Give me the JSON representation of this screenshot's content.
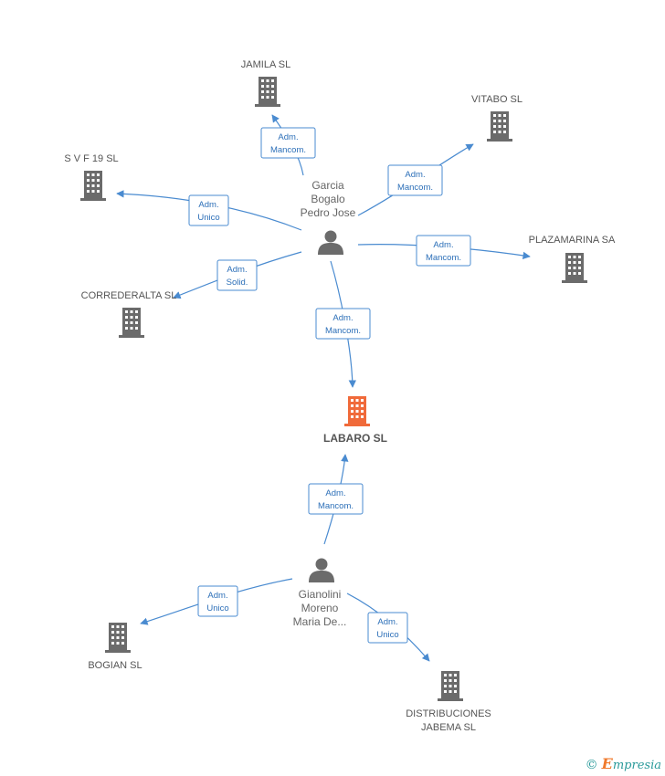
{
  "colors": {
    "edge": "#4a8bd0",
    "building": "#6b6b6b",
    "focus_building": "#f06a3a",
    "person": "#6b6b6b"
  },
  "companies": [
    {
      "id": "jamila",
      "label": [
        "JAMILA SL"
      ]
    },
    {
      "id": "vitabo",
      "label": [
        "VITABO SL"
      ]
    },
    {
      "id": "svf19",
      "label": [
        "S V F 19 SL"
      ]
    },
    {
      "id": "plazamarina",
      "label": [
        "PLAZAMARINA SA"
      ]
    },
    {
      "id": "correderalta",
      "label": [
        "CORREDERALTA SL"
      ]
    },
    {
      "id": "labaro",
      "label": [
        "LABARO SL"
      ],
      "focus": true
    },
    {
      "id": "bogian",
      "label": [
        "BOGIAN SL"
      ]
    },
    {
      "id": "distribuciones",
      "label": [
        "DISTRIBUCIONES",
        "JABEMA SL"
      ]
    }
  ],
  "persons": [
    {
      "id": "garcia",
      "label": [
        "Garcia",
        "Bogalo",
        "Pedro Jose"
      ]
    },
    {
      "id": "gianolini",
      "label": [
        "Gianolini",
        "Moreno",
        "Maria De..."
      ]
    }
  ],
  "edges": [
    {
      "id": "e-jamila",
      "label": [
        "Adm.",
        "Mancom."
      ]
    },
    {
      "id": "e-vitabo",
      "label": [
        "Adm.",
        "Mancom."
      ]
    },
    {
      "id": "e-svf19",
      "label": [
        "Adm.",
        "Unico"
      ]
    },
    {
      "id": "e-plazamarina",
      "label": [
        "Adm.",
        "Mancom."
      ]
    },
    {
      "id": "e-correderalta",
      "label": [
        "Adm.",
        "Solid."
      ]
    },
    {
      "id": "e-labaro-1",
      "label": [
        "Adm.",
        "Mancom."
      ]
    },
    {
      "id": "e-labaro-2",
      "label": [
        "Adm.",
        "Mancom."
      ]
    },
    {
      "id": "e-bogian",
      "label": [
        "Adm.",
        "Unico"
      ]
    },
    {
      "id": "e-distribuciones",
      "label": [
        "Adm.",
        "Unico"
      ]
    }
  ],
  "watermark": {
    "copyright": "©",
    "brand_initial": "E",
    "brand_rest": "mpresia"
  }
}
